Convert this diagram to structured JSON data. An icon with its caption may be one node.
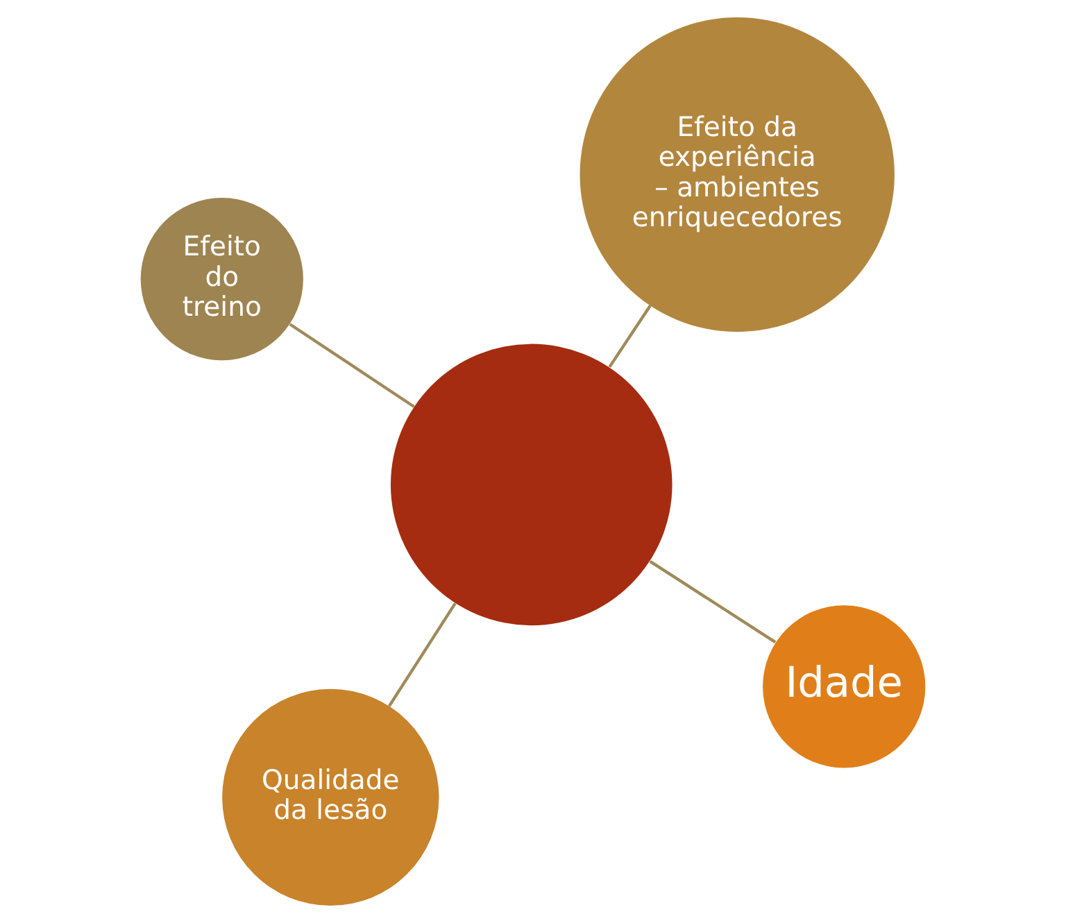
{
  "diagram": {
    "nodes": [
      {
        "text": [],
        "shape": "circle"
      },
      {
        "text": [
          "Idade"
        ]
      },
      {
        "text": [
          "Qualidade da lesão"
        ]
      },
      {
        "text": [
          "Efeito do treino"
        ]
      },
      {
        "text": [
          "Efeito da experiência – ambientes enriquecedores"
        ]
      }
    ],
    "edges": [
      {
        "from": 0,
        "to": 1,
        "arrow": "none"
      },
      {
        "from": 0,
        "to": 2,
        "arrow": "none"
      },
      {
        "from": 0,
        "to": 3,
        "arrow": "none"
      },
      {
        "from": 0,
        "to": 4,
        "arrow": "none"
      }
    ]
  }
}
